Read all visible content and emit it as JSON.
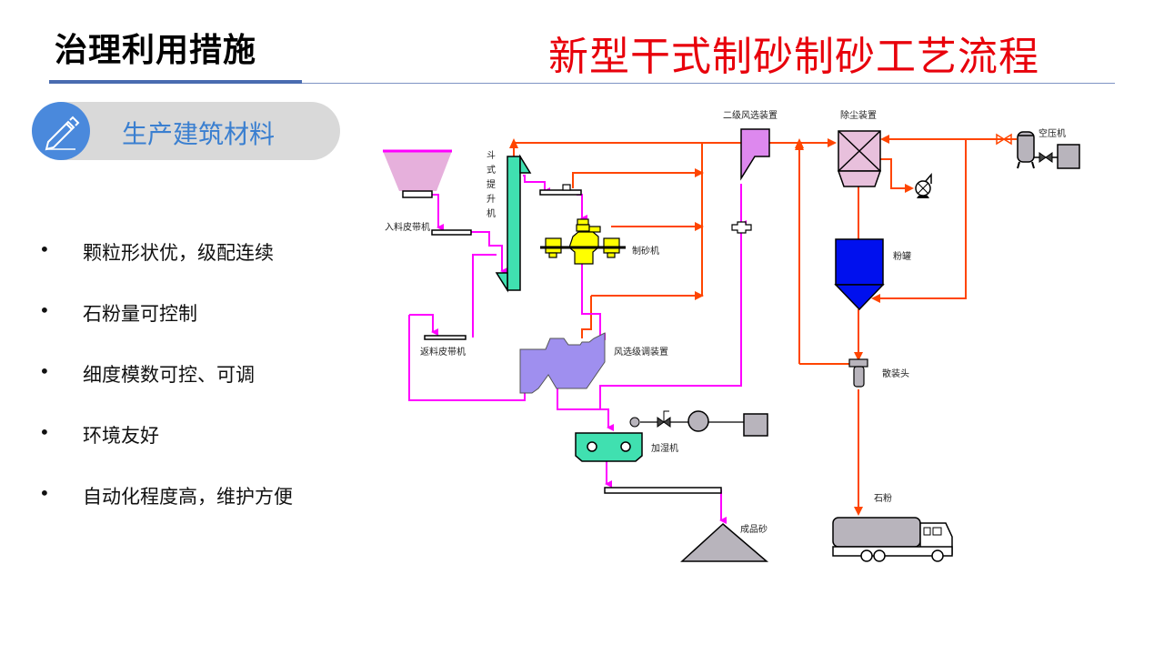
{
  "header": {
    "section_title": "治理利用措施",
    "slide_title": "新型干式制砂制砂工艺流程"
  },
  "topic_pill": {
    "icon": "pencil-icon",
    "label": "生产建筑材料"
  },
  "features": [
    {
      "bullet": "•",
      "text": "颗粒形状优，级配连续"
    },
    {
      "bullet": "•",
      "text": "石粉量可控制"
    },
    {
      "bullet": "•",
      "text": "细度模数可控、可调"
    },
    {
      "bullet": "•",
      "text": "环境友好"
    },
    {
      "bullet": "•",
      "text": "自动化程度高，维护方便"
    }
  ],
  "diagram": {
    "labels": {
      "bucket_elevator": [
        "斗",
        "式",
        "提",
        "升",
        "机"
      ],
      "feed_belt": "入料皮带机",
      "return_belt": "返料皮带机",
      "sand_maker": "制砂机",
      "air_grading": "风选级调装置",
      "secondary_air_sep": "二级风选装置",
      "dust_collector": "除尘装置",
      "powder_tank": "粉罐",
      "air_compressor": "空压机",
      "humidifier": "加湿机",
      "bulk_loading_head": "散装头",
      "stone_powder": "石粉",
      "finished_sand": "成品砂"
    },
    "colors": {
      "material_flow": "#ff00ff",
      "air_flow": "#ff4500",
      "hopper": "#e6b0dc",
      "elevator": "#40e0b0",
      "sand_maker": "#ffff00",
      "air_grading": "#9f8fef",
      "separator": "#dd88ee",
      "dust_collector": "#e8c0dc",
      "powder_tank": "#0010ee",
      "humidifier": "#40e0b0",
      "equipment_grey": "#b8b4bc"
    }
  }
}
